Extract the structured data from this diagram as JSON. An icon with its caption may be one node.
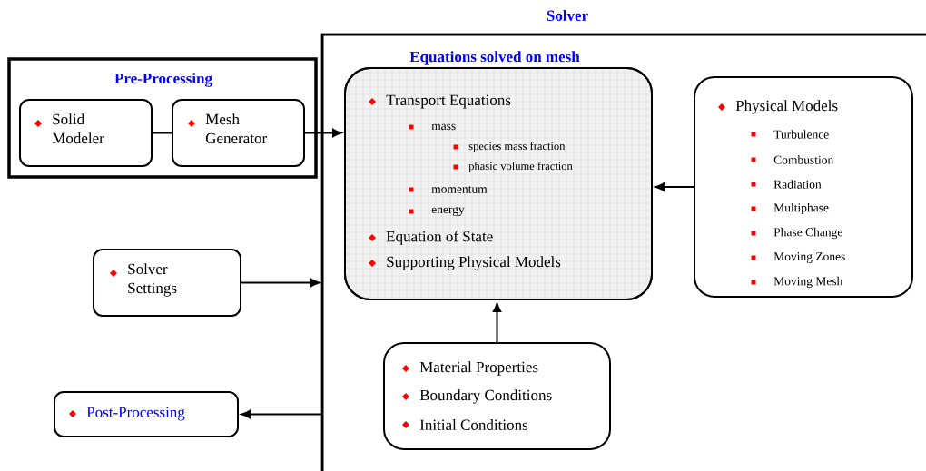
{
  "diagram": {
    "nodes": [
      {
        "text": [
          "Solver"
        ]
      },
      {
        "text": [
          "Pre-Processing"
        ]
      },
      {
        "text": [
          "Solid Modeler"
        ],
        "in": 1
      },
      {
        "text": [
          "Mesh Generator"
        ],
        "in": 1
      },
      {
        "text": [
          "Equations solved on mesh",
          "Transport Equations",
          "mass",
          "species mass fraction",
          "phasic volume fraction",
          "momentum",
          "energy",
          "Equation of State",
          "Supporting Physical Models"
        ],
        "in": 0
      },
      {
        "text": [
          "Physical Models",
          "Turbulence",
          "Combustion",
          "Radiation",
          "Multiphase",
          "Phase Change",
          "Moving Zones",
          "Moving Mesh"
        ],
        "in": 0
      },
      {
        "text": [
          "Solver Settings"
        ]
      },
      {
        "text": [
          "Material Properties",
          "Boundary Conditions",
          "Initial Conditions"
        ],
        "in": 0
      },
      {
        "text": [
          "Post-Processing"
        ]
      }
    ],
    "edges": [
      {
        "from": 2,
        "to": 3,
        "arrow": "none"
      },
      {
        "from": 3,
        "to": 4,
        "arrow": "to"
      },
      {
        "from": 5,
        "to": 4,
        "arrow": "to"
      },
      {
        "from": 7,
        "to": 4,
        "arrow": "to"
      },
      {
        "from": 6,
        "to": 0,
        "arrow": "to"
      },
      {
        "from": 0,
        "to": 8,
        "arrow": "to"
      }
    ]
  }
}
